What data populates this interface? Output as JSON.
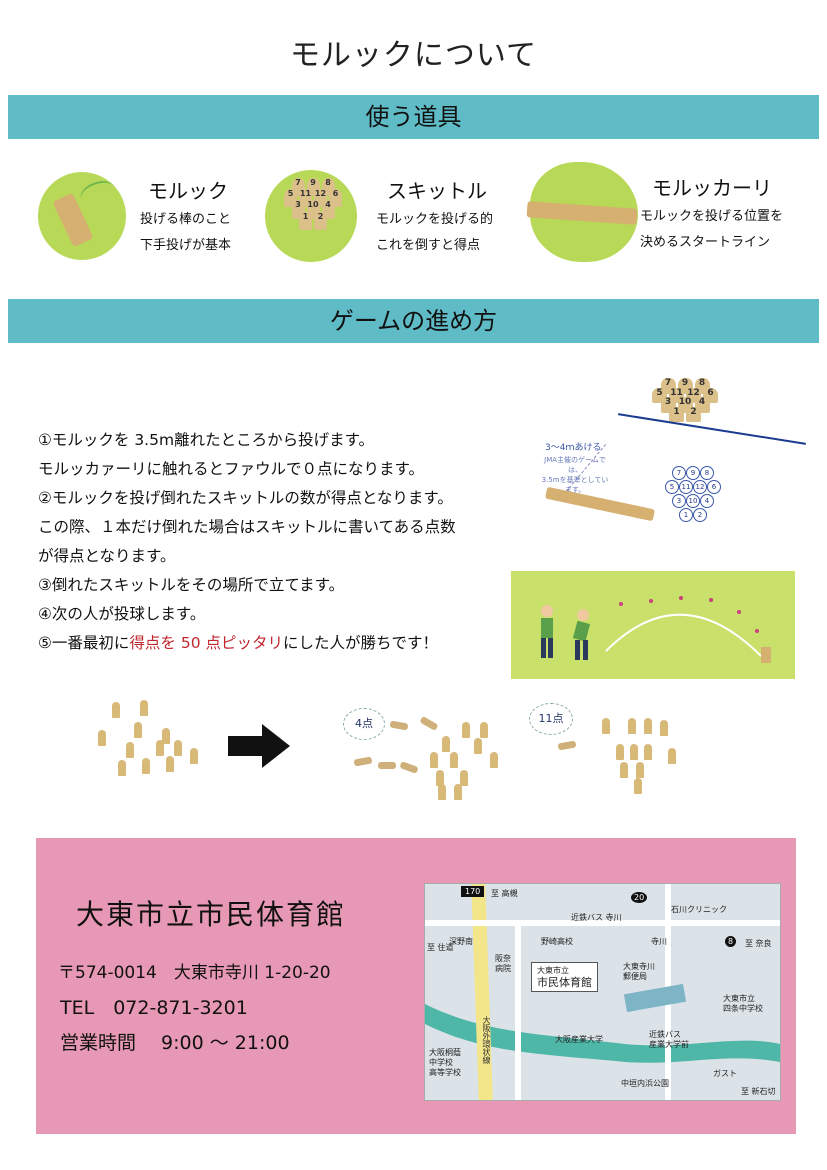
{
  "title": "モルックについて",
  "sections": {
    "tools": "使う道具",
    "howto": "ゲームの進め方"
  },
  "tools": [
    {
      "name": "モルック",
      "desc1": "投げる棒のこと",
      "desc2": "下手投げが基本"
    },
    {
      "name": "スキットル",
      "desc1": "モルックを投げる的",
      "desc2": "これを倒すと得点"
    },
    {
      "name": "モルッカーリ",
      "desc1": "モルックを投げる位置を",
      "desc2": "決めるスタートライン"
    }
  ],
  "skittle_numbers": [
    "7",
    "9",
    "8",
    "5",
    "11",
    "12",
    "6",
    "3",
    "10",
    "4",
    "1",
    "2"
  ],
  "diagram": {
    "distance": "3〜4ｍあける",
    "note1": "JMA主催のゲームでは、",
    "note2": "3.5mを基準としています。"
  },
  "steps": {
    "s1": "①モルックを 3.5m離れたところから投げます。",
    "s2": "モルッカァーリに触れるとファウルで０点になります。",
    "s3": "②モルックを投げ倒れたスキットルの数が得点となります。",
    "s4": "この際、１本だけ倒れた場合はスキットルに書いてある点数",
    "s5": "が得点となります。",
    "s6": "③倒れたスキットルをその場所で立てます。",
    "s7": "④次の人が投球します。",
    "s8a": "⑤一番最初に",
    "s8b": "得点を 50 点ピッタリ",
    "s8c": "にした人が勝ちです！"
  },
  "examples": {
    "a": "4点",
    "b": "11点"
  },
  "facility": {
    "name": "大東市立市民体育館",
    "address": "〒574-0014　大東市寺川 1-20-20",
    "tel": "TEL　072-871-3201",
    "hours": "営業時間　 9:00 〜 21:00"
  },
  "map": {
    "r170": "170",
    "to_takatsuki": "至 高槻",
    "r20": "20",
    "ishikawa": "石川クリニック",
    "kintetsu_bus": "近鉄バス 寺川",
    "fukanominami": "深野南",
    "teragawa": "寺川",
    "r8": "8",
    "to_nara": "至 奈良",
    "to_sumino": "至 住道",
    "nozaki": "野崎高校",
    "hanna": "阪奈",
    "hospital": "病院",
    "gym1": "大東市立",
    "gym2": "市民体育館",
    "post1": "大東寺川",
    "post2": "郵便局",
    "shijo1": "大東市立",
    "shijo2": "四条中学校",
    "osaka_sangyo": "大阪産業大学",
    "bus2a": "近鉄バス",
    "bus2b": "産業大学前",
    "toin1": "大阪桐蔭",
    "toin2": "中学校",
    "toin3": "高等学校",
    "road": "大阪外環状線",
    "gusto": "ガスト",
    "park": "中垣内浜公園",
    "to_shinishikiri": "至 新石切"
  },
  "colors": {
    "band": "#5fbcc7",
    "green": "#b8d957",
    "pink": "#e798b4",
    "red": "#c0262d"
  }
}
